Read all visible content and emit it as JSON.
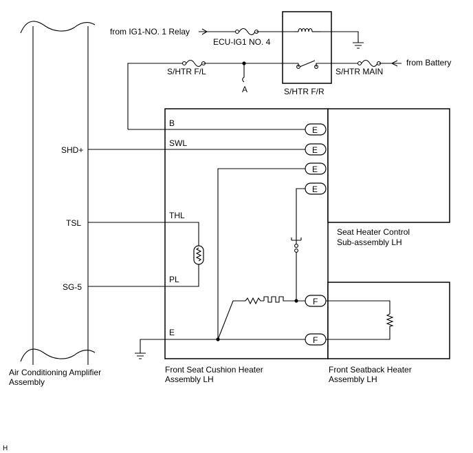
{
  "labels": {
    "from_ig1_relay": "from IG1-NO. 1 Relay",
    "ecu_ig1_fuse": "ECU-IG1 NO. 4",
    "shtr_fl": "S/HTR F/L",
    "shtr_main": "S/HTR MAIN",
    "from_battery": "from Battery",
    "shtr_fr": "S/HTR F/R",
    "splice_a": "A"
  },
  "amplifier": {
    "name_line1": "Air Conditioning Amplifier",
    "name_line2": "Assembly",
    "pins": [
      "SHD+",
      "TSL",
      "SG-5"
    ]
  },
  "cushion_heater": {
    "name_line1": "Front Seat Cushion Heater",
    "name_line2": "Assembly LH",
    "pins": [
      "B",
      "SWL",
      "THL",
      "PL",
      "E"
    ]
  },
  "control": {
    "name_line1": "Seat Heater Control",
    "name_line2": "Sub-assembly LH"
  },
  "seatback_heater": {
    "name_line1": "Front Seatback Heater",
    "name_line2": "Assembly LH"
  },
  "connectors": {
    "e": [
      "E",
      "E",
      "E",
      "E"
    ],
    "f": [
      "F",
      "F"
    ]
  },
  "corner_mark": "H"
}
